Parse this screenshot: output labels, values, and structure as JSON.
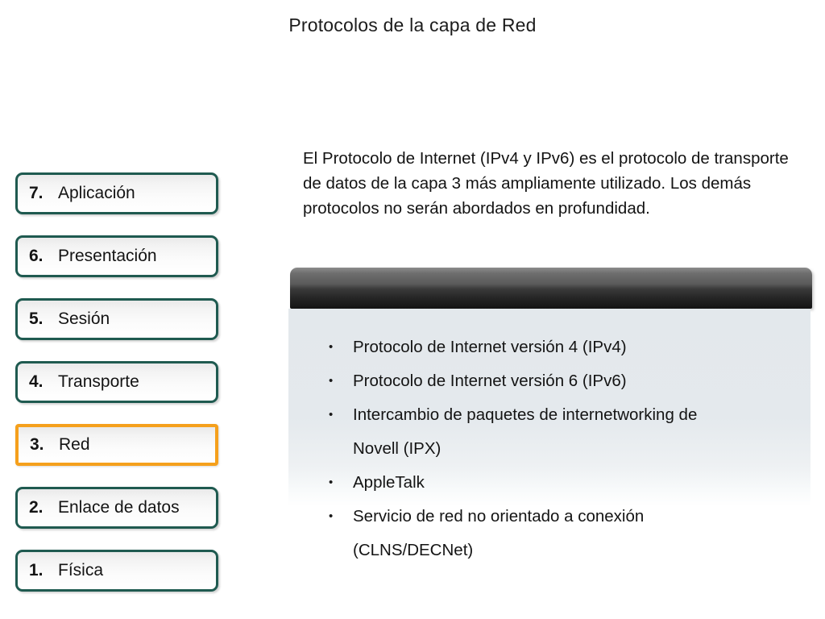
{
  "slide": {
    "title": "Protocolos de la capa de Red",
    "paragraph": "El Protocolo de Internet (IPv4 y IPv6) es el protocolo de transporte de datos de la capa 3 más ampliamente utilizado. Los demás protocolos no serán abordados en profundidad."
  },
  "osi_stack": {
    "highlighted_layer_number": "3",
    "highlight_color": "#f5a01c",
    "border_color": "#1f5a50",
    "layers": [
      {
        "number": "7.",
        "label": "Aplicación",
        "highlighted": false
      },
      {
        "number": "6.",
        "label": "Presentación",
        "highlighted": false
      },
      {
        "number": "5.",
        "label": "Sesión",
        "highlighted": false
      },
      {
        "number": "4.",
        "label": "Transporte",
        "highlighted": false
      },
      {
        "number": "3.",
        "label": "Red",
        "highlighted": true
      },
      {
        "number": "2.",
        "label": "Enlace de datos",
        "highlighted": false
      },
      {
        "number": "1.",
        "label": "Física",
        "highlighted": false
      }
    ]
  },
  "protocol_box": {
    "header_label": "",
    "bullet_glyph": "•",
    "items": [
      {
        "text": "Protocolo de Internet versión 4 (IPv4)"
      },
      {
        "text": "Protocolo de Internet versión 6 (IPv6)"
      },
      {
        "text": "Intercambio de paquetes de internetworking de\nNovell (IPX)"
      },
      {
        "text": "AppleTalk"
      },
      {
        "text": "Servicio de red no orientado a conexión\n(CLNS/DECNet)"
      }
    ]
  }
}
